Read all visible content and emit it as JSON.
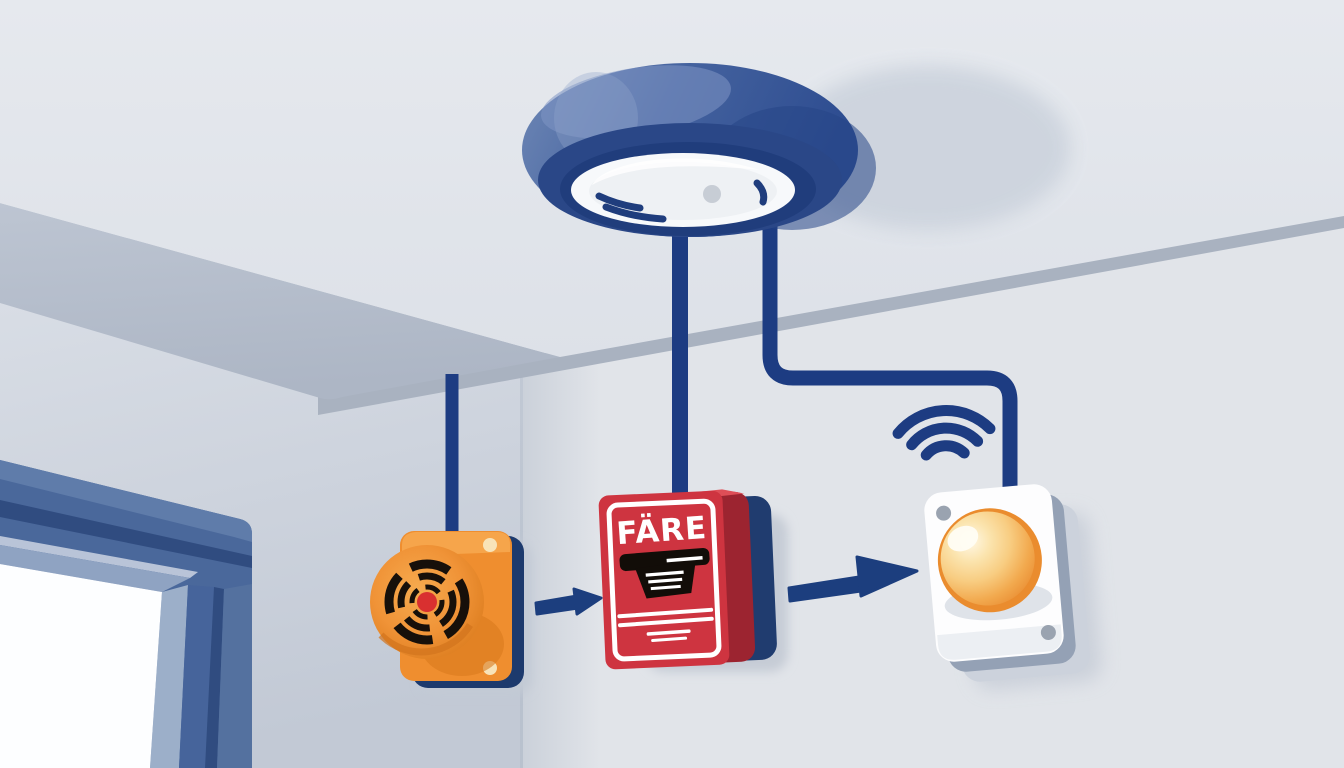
{
  "scene": {
    "title": "Fire alarm system illustration",
    "pull_station_label": "FÄRE",
    "devices": [
      {
        "id": "smoke-detector",
        "description": "Blue ceiling-mounted smoke detector with white underside vents"
      },
      {
        "id": "alarm-sounder",
        "description": "Orange wall sounder with concentric speaker rings and red center"
      },
      {
        "id": "pull-station",
        "description": "Red manual fire alarm pull station with white border and black pull handle",
        "label": "FÄRE"
      },
      {
        "id": "strobe-light",
        "description": "White wall-mounted beacon with amber dome and wireless signal waves"
      }
    ],
    "connections": [
      {
        "from": "smoke-detector",
        "to": "pull-station",
        "type": "wire"
      },
      {
        "from": "smoke-detector",
        "to": "strobe-light",
        "type": "wire"
      },
      {
        "from": "ceiling",
        "to": "alarm-sounder",
        "type": "wire"
      },
      {
        "from": "alarm-sounder",
        "to": "pull-station",
        "type": "arrow"
      },
      {
        "from": "pull-station",
        "to": "strobe-light",
        "type": "arrow"
      }
    ],
    "icons": [
      "wifi-icon",
      "arrow-right-icon"
    ],
    "colors": {
      "wire_navy": "#1d3c82",
      "detector_blue": "#3a5897",
      "detector_blue_light": "#7189ba",
      "pull_station_red": "#ce3440",
      "pull_station_side": "#9c2430",
      "sounder_orange": "#ef8e2f",
      "sounder_red_dot": "#d93030",
      "strobe_amber": "#f6c667",
      "strobe_orange": "#ea8c2e",
      "ceiling": "#e0e4ea",
      "left_wall": "#c9d0da",
      "soffit": "#b5bdcb",
      "door_frame": "#4a689b",
      "trim_line": "#a9b2c0"
    }
  }
}
